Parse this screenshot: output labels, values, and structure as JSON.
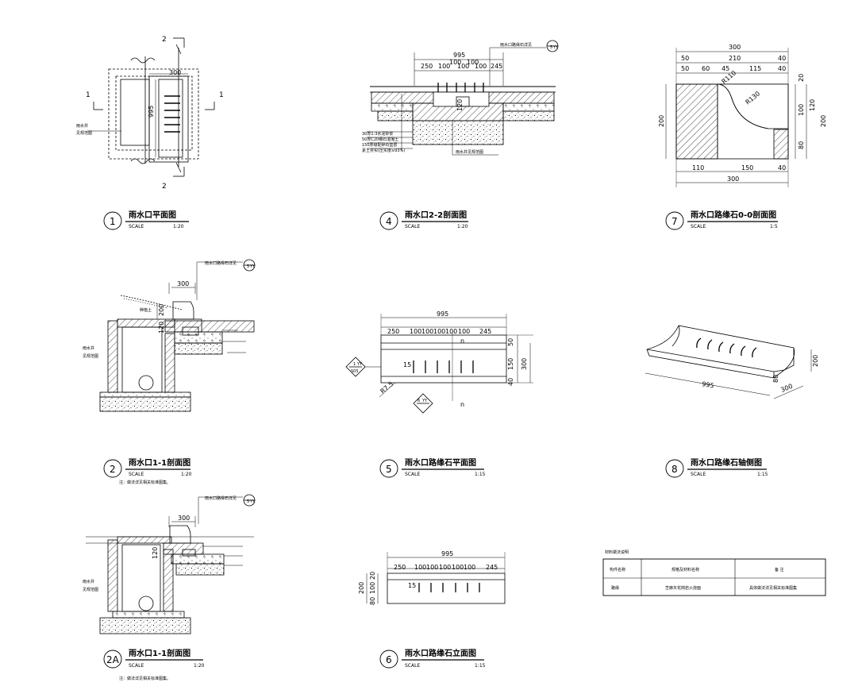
{
  "drawings": [
    {
      "num": "1",
      "title": "雨水口平面图",
      "scale_label": "SCALE",
      "scale": "1:20"
    },
    {
      "num": "2",
      "title": "雨水口1-1剖面图",
      "scale_label": "SCALE",
      "scale": "1:20",
      "note": "注：做法详见相关标准图集。"
    },
    {
      "num": "2A",
      "title": "雨水口1-1剖面图",
      "scale_label": "SCALE",
      "scale": "1:20",
      "note": "注：做法详见相关标准图集。"
    },
    {
      "num": "4",
      "title": "雨水口2-2剖面图",
      "scale_label": "SCALE",
      "scale": "1:20"
    },
    {
      "num": "5",
      "title": "雨水口路缘石平面图",
      "scale_label": "SCALE",
      "scale": "1:15"
    },
    {
      "num": "6",
      "title": "雨水口路缘石立面图",
      "scale_label": "SCALE",
      "scale": "1:15"
    },
    {
      "num": "7",
      "title": "雨水口路缘石0-0剖面图",
      "scale_label": "SCALE",
      "scale": "1:5"
    },
    {
      "num": "8",
      "title": "雨水口路缘石轴侧图",
      "scale_label": "SCALE",
      "scale": "1:15"
    }
  ],
  "section_marks": {
    "a": "1",
    "b": "2"
  },
  "callouts": {
    "curb_detail": "雨水口路缘石详见",
    "detail_ref": "5",
    "detail_sheet": "YY",
    "well_ref": "雨水井见规范图",
    "well_label": "雨水井",
    "well_label2": "见规范图",
    "plan_label1": "雨水井",
    "plan_label2": "见规范图",
    "grass": "种植土",
    "r_ref_num": "1",
    "r_ref_sheet": "YY",
    "r_ref_top": "S05",
    "sect_ref": "6",
    "sect_ref_sheet": "YY",
    "center_mark": "n"
  },
  "layer_notes": [
    "30厚1:3水泥砂浆",
    "50厚C20细石混凝土",
    "150厚级配碎石垫层",
    "素土夯实(压实度≥93%)"
  ],
  "dims": {
    "plan_width": "300",
    "plan_len": "995",
    "sect_total": "995",
    "sect_parts": [
      "250",
      "100",
      "100",
      "100",
      "100",
      "100",
      "245"
    ],
    "sect_h1": "120",
    "sect_h2": "20",
    "d7_top": "300",
    "d7_row": [
      "50",
      "210",
      "40"
    ],
    "d7_row2": [
      "50",
      "60",
      "45",
      "115",
      "40"
    ],
    "d7_r1": "R110",
    "d7_r2": "R130",
    "d7_h": "200",
    "d7_hr": [
      "20",
      "100",
      "120",
      "80"
    ],
    "d7_hr_total": "200",
    "d7_bot": [
      "110",
      "150",
      "40"
    ],
    "d7_bot_total": "300",
    "d5_h": [
      "50",
      "150",
      "40"
    ],
    "d5_h_total": "300",
    "d5_small": "15",
    "d5_r": "R7.5",
    "d6_h": [
      "20",
      "100",
      "80"
    ],
    "d6_h_total": "200",
    "d8_len": "995",
    "d8_w": "300",
    "d8_h": "200",
    "d8_lip": "80",
    "d2_top": "300",
    "d2_h": [
      "200",
      "120"
    ]
  },
  "legend": {
    "title": "材料做法说明",
    "rows": [
      [
        "构件名称",
        "规格及材料名称",
        "备 注"
      ],
      [
        "路缘",
        "芝麻灰花岗岩火烧面",
        "具体做法详见相关标准图集"
      ]
    ]
  }
}
